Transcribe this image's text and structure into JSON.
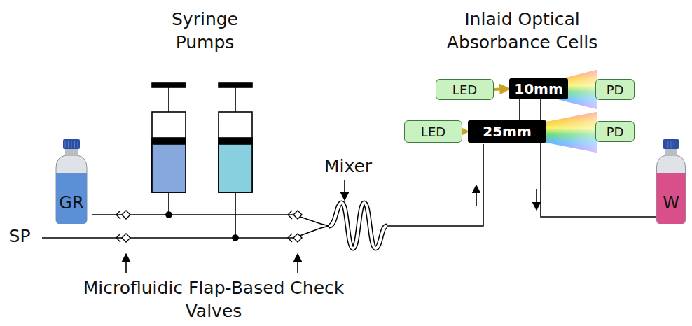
{
  "diagram": {
    "nodes": [
      {
        "text": [
          "GR"
        ]
      },
      {
        "text": [
          "LED"
        ]
      },
      {
        "text": [
          "10mm"
        ]
      },
      {
        "text": [
          "PD"
        ]
      },
      {
        "text": [
          "LED"
        ]
      },
      {
        "text": [
          "25mm"
        ]
      },
      {
        "text": [
          "PD"
        ]
      },
      {
        "text": [
          "W"
        ]
      }
    ],
    "edges": [
      {
        "from": 1,
        "to": 2,
        "arrow": "to"
      },
      {
        "from": 4,
        "to": 5,
        "arrow": "to"
      },
      {
        "from": 2,
        "to": 5,
        "arrow": "none"
      },
      {
        "from": 2,
        "to": 5,
        "arrow": "none"
      },
      {
        "from": 5,
        "to": 7,
        "arrow": "none"
      }
    ],
    "labels": [
      "Syringe Pumps",
      "Inlaid Optical Absorbance Cells",
      "Mixer",
      "SP",
      "Microfluidic Flap-Based Check Valves"
    ]
  }
}
